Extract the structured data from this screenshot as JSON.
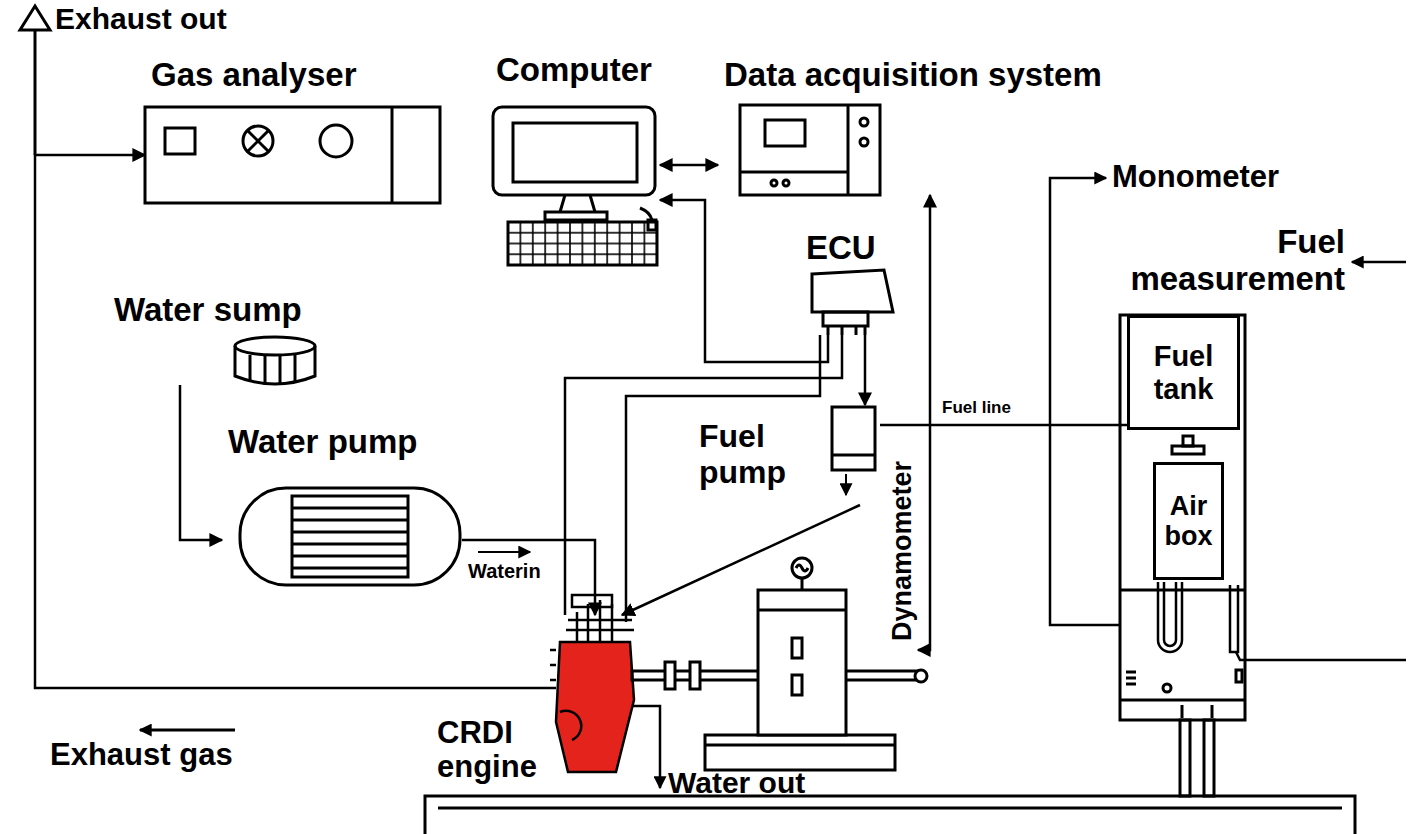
{
  "diagram": {
    "nodes": [
      {
        "text": [
          "Gas analyser"
        ]
      },
      {
        "text": [
          "Computer"
        ]
      },
      {
        "text": [
          "Data acquisition system"
        ]
      },
      {
        "text": [
          "ECU"
        ]
      },
      {
        "text": [
          "Water sump"
        ]
      },
      {
        "text": [
          "Water pump"
        ]
      },
      {
        "text": [
          "Fuel pump"
        ]
      },
      {
        "text": [
          "Dynamometer"
        ]
      },
      {
        "text": [
          "CRDI engine"
        ]
      },
      {
        "text": [
          "Fuel tank"
        ]
      },
      {
        "text": [
          "Air box"
        ]
      }
    ],
    "edges": [
      {
        "from": 8,
        "to": 0,
        "arrow": "to"
      },
      {
        "from": 1,
        "to": 2,
        "arrow": "both"
      },
      {
        "from": 3,
        "to": 1,
        "arrow": "to"
      },
      {
        "from": 2,
        "to": 7,
        "arrow": "both"
      },
      {
        "from": 3,
        "to": 6,
        "arrow": "to"
      },
      {
        "from": 3,
        "to": 8,
        "arrow": "none"
      },
      {
        "from": 4,
        "to": 5,
        "arrow": "to"
      },
      {
        "from": 5,
        "to": 8,
        "label": "Waterin",
        "arrow": "to"
      },
      {
        "from": 6,
        "to": 8,
        "arrow": "to"
      },
      {
        "from": 9,
        "to": 6,
        "label": "Fuel line",
        "arrow": "none"
      }
    ],
    "labels": [
      "Exhaust out",
      "Monometer",
      "Fuel measurement",
      "Exhaust gas",
      "Water out"
    ]
  }
}
